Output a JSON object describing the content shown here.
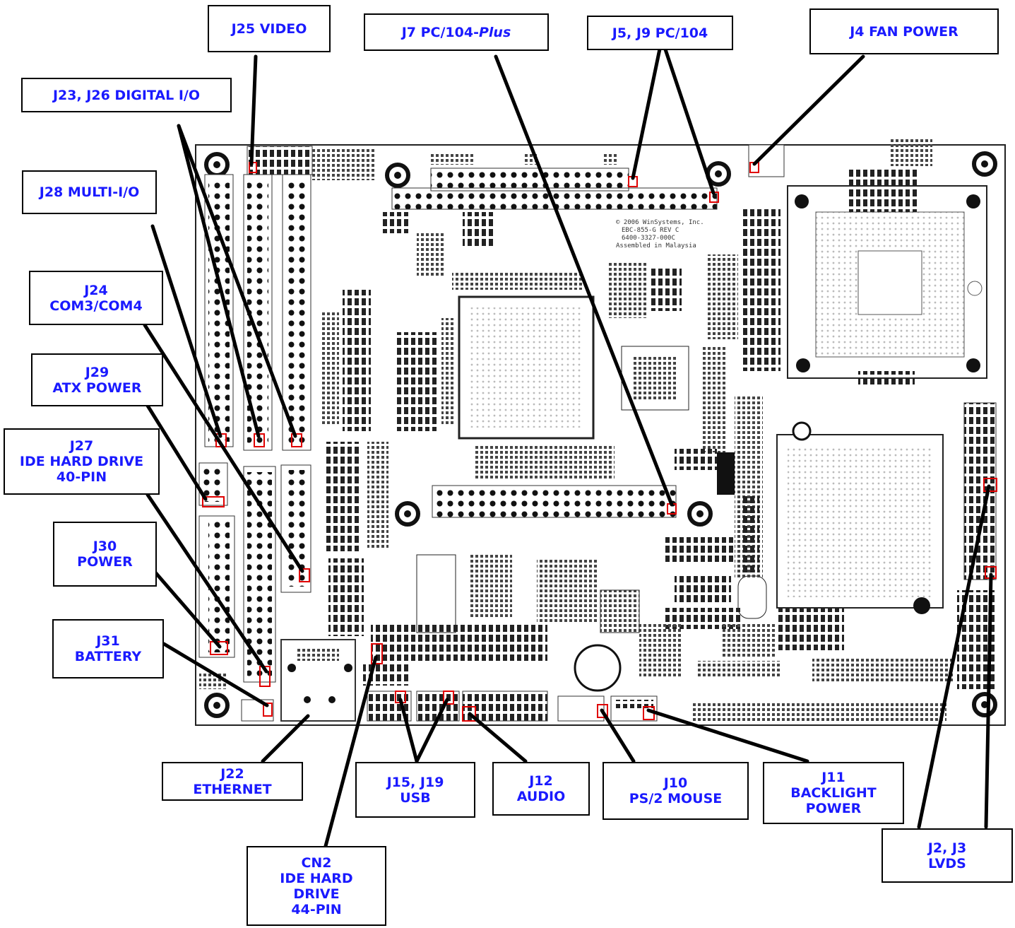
{
  "labels": {
    "j25": [
      "J25 VIDEO"
    ],
    "j7": {
      "text": "J7 PC/104-",
      "italic": "Plus"
    },
    "j5j9": [
      "J5, J9 PC/104"
    ],
    "j4": [
      "J4 FAN POWER"
    ],
    "j23j26": [
      "J23, J26 DIGITAL I/O"
    ],
    "j28": [
      "J28 MULTI-I/O"
    ],
    "j24": [
      "J24",
      "COM3/COM4"
    ],
    "j29": [
      "J29",
      "ATX POWER"
    ],
    "j27": [
      "J27",
      "IDE HARD DRIVE",
      "40-PIN"
    ],
    "j30": [
      "J30",
      "POWER"
    ],
    "j31": [
      "J31",
      "BATTERY"
    ],
    "j22": [
      "J22",
      "ETHERNET"
    ],
    "j15j19": [
      "J15, J19",
      "USB"
    ],
    "j12": [
      "J12",
      "AUDIO"
    ],
    "j10": [
      "J10",
      "PS/2 MOUSE"
    ],
    "j11": [
      "J11",
      "BACKLIGHT",
      "POWER"
    ],
    "j2j3": [
      "J2, J3",
      "LVDS"
    ],
    "cn2": [
      "CN2",
      "IDE HARD",
      "DRIVE",
      "44-PIN"
    ]
  },
  "silkscreen": {
    "copyright": "© 2006 WinSystems, Inc.",
    "model": "EBC-855-G REV C",
    "part": "6400-3327-000C",
    "origin": "Assembled in Malaysia"
  },
  "colors": {
    "label_text": "#1a1aff",
    "marker": "#e00000",
    "line": "#000000"
  }
}
